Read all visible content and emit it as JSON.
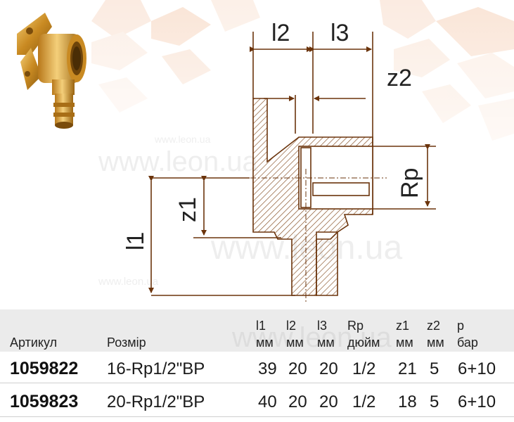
{
  "watermark": {
    "text_large": "www.leon.ua",
    "text_mid": "www.leon.ua",
    "text_small": "www.leon.ua",
    "text_tiny": "www.leon.ua",
    "text_table": "www.leon.ua"
  },
  "drawing": {
    "labels": {
      "l2": "l2",
      "l3": "l3",
      "z2": "z2",
      "rp": "Rp",
      "z1": "z1",
      "l1": "l1"
    }
  },
  "table": {
    "headers": {
      "article": "Артикул",
      "size": "Розмір",
      "l1": "l1",
      "l1_unit": "мм",
      "l2": "l2",
      "l2_unit": "мм",
      "l3": "l3",
      "l3_unit": "мм",
      "rp": "Rp",
      "rp_unit": "дюйм",
      "z1": "z1",
      "z1_unit": "мм",
      "z2": "z2",
      "z2_unit": "мм",
      "p": "p",
      "p_unit": "бар"
    },
    "rows": [
      {
        "article": "1059822",
        "size": "16-Rp1/2\"ВР",
        "l1": "39",
        "l2": "20",
        "l3": "20",
        "rp": "1/2",
        "z1": "21",
        "z2": "5",
        "p": "6+10"
      },
      {
        "article": "1059823",
        "size": "20-Rp1/2\"ВР",
        "l1": "40",
        "l2": "20",
        "l3": "20",
        "rp": "1/2",
        "z1": "18",
        "z2": "5",
        "p": "6+10"
      }
    ]
  }
}
